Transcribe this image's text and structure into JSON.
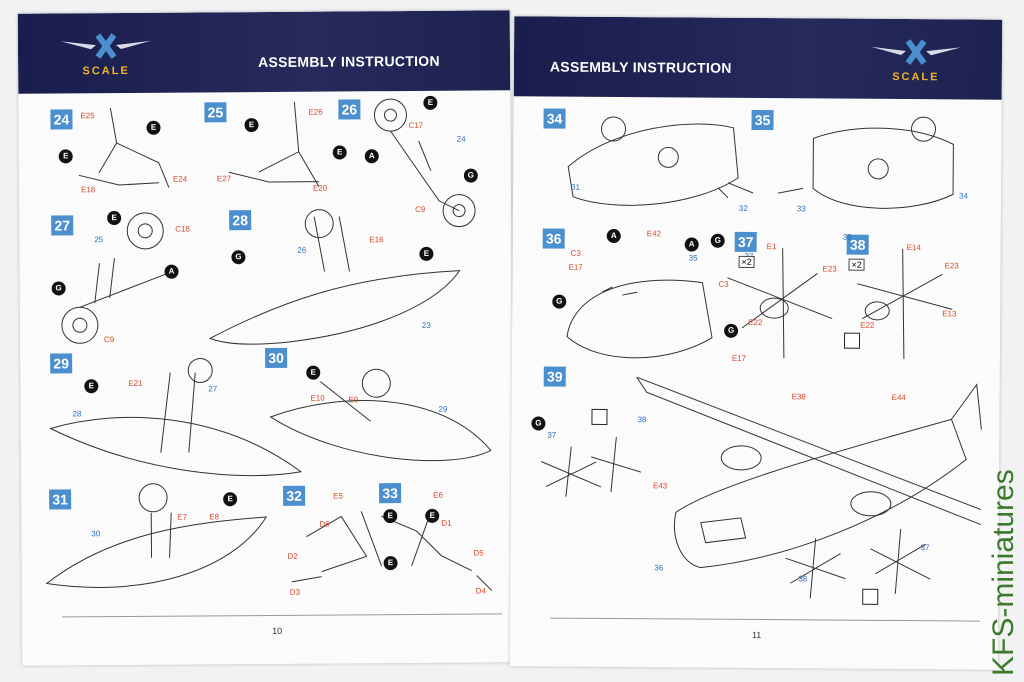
{
  "left_page": {
    "title": "ASSEMBLY INSTRUCTION",
    "logo": "SCALE",
    "page_number": "10",
    "steps": [
      "24",
      "25",
      "26",
      "27",
      "28",
      "29",
      "30",
      "31",
      "32",
      "33"
    ],
    "sub_refs": [
      "24",
      "25",
      "26",
      "23",
      "27",
      "28",
      "29",
      "30"
    ],
    "markers": [
      "E",
      "E",
      "E",
      "E",
      "E",
      "E",
      "E",
      "A",
      "G",
      "E",
      "A",
      "G",
      "E",
      "E",
      "E",
      "E",
      "E",
      "G"
    ],
    "parts": [
      "E25",
      "E18",
      "E24",
      "E27",
      "E26",
      "E20",
      "C17",
      "C9",
      "C18",
      "C9",
      "E16",
      "E21",
      "E10",
      "E9",
      "E7",
      "E8",
      "E5",
      "E6",
      "D6",
      "D1",
      "D2",
      "D5",
      "D3",
      "D4"
    ]
  },
  "right_page": {
    "title": "ASSEMBLY INSTRUCTION",
    "logo": "SCALE",
    "page_number": "11",
    "steps": [
      "34",
      "35",
      "36",
      "37",
      "38",
      "39"
    ],
    "sub_refs": [
      "31",
      "32",
      "33",
      "34",
      "35",
      "37",
      "38",
      "37",
      "38",
      "36",
      "37",
      "38"
    ],
    "markers": [
      "A",
      "G",
      "A",
      "G",
      "G",
      "G"
    ],
    "parts": [
      "C3",
      "E42",
      "E17",
      "C3",
      "E17",
      "E1",
      "E23",
      "E22",
      "E14",
      "E23",
      "E22",
      "E13",
      "E38",
      "E44",
      "E43"
    ],
    "multipliers": [
      "×2",
      "×2"
    ]
  },
  "watermark": "KFS-miniatures",
  "colors": {
    "banner": "#1f2353",
    "step_badge": "#4b8fcf",
    "part_label": "#d9482c",
    "logo_gold": "#f0b323"
  }
}
